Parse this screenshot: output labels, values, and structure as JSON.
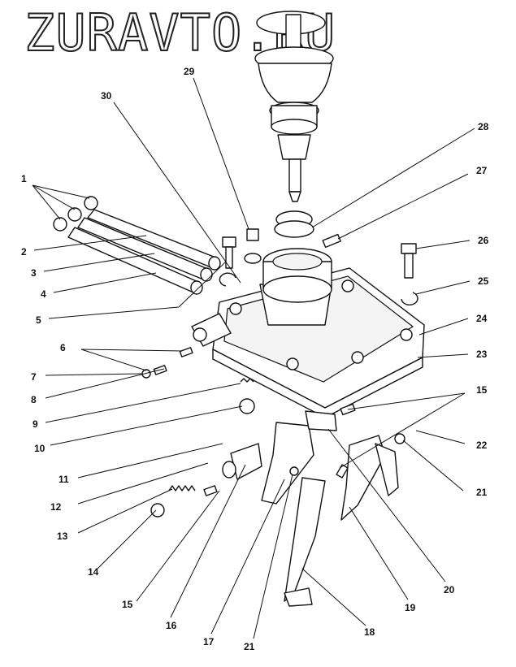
{
  "watermark": "ZURAVTO.RU",
  "callouts": [
    "1",
    "2",
    "3",
    "4",
    "5",
    "6",
    "7",
    "8",
    "9",
    "10",
    "11",
    "12",
    "13",
    "14",
    "15",
    "16",
    "17",
    "18",
    "19",
    "20",
    "21",
    "22",
    "23",
    "24",
    "25",
    "26",
    "27",
    "28",
    "29",
    "30"
  ],
  "callout_15_extra": "15",
  "callout_21_extra": "21",
  "colors": {
    "ink": "#111111",
    "paper": "#ffffff"
  }
}
